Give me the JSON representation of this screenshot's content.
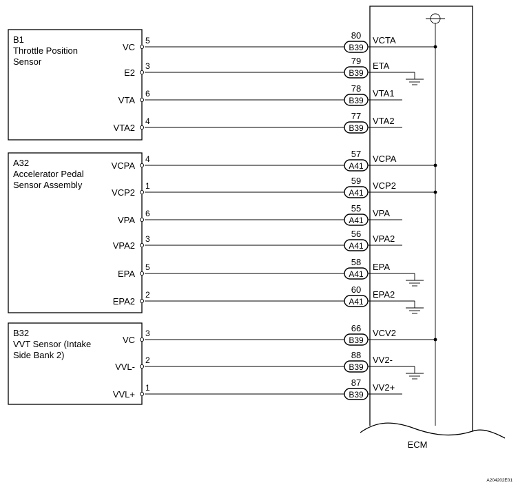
{
  "components": [
    {
      "id": "B1",
      "name_lines": [
        "Throttle Position",
        "Sensor"
      ],
      "pins": [
        {
          "terminal": "VC",
          "pin": "5",
          "ecm_pin": "80",
          "connector": "B39",
          "ecm_terminal": "VCTA"
        },
        {
          "terminal": "E2",
          "pin": "3",
          "ecm_pin": "79",
          "connector": "B39",
          "ecm_terminal": "ETA"
        },
        {
          "terminal": "VTA",
          "pin": "6",
          "ecm_pin": "78",
          "connector": "B39",
          "ecm_terminal": "VTA1"
        },
        {
          "terminal": "VTA2",
          "pin": "4",
          "ecm_pin": "77",
          "connector": "B39",
          "ecm_terminal": "VTA2"
        }
      ]
    },
    {
      "id": "A32",
      "name_lines": [
        "Accelerator Pedal",
        "Sensor Assembly"
      ],
      "pins": [
        {
          "terminal": "VCPA",
          "pin": "4",
          "ecm_pin": "57",
          "connector": "A41",
          "ecm_terminal": "VCPA"
        },
        {
          "terminal": "VCP2",
          "pin": "1",
          "ecm_pin": "59",
          "connector": "A41",
          "ecm_terminal": "VCP2"
        },
        {
          "terminal": "VPA",
          "pin": "6",
          "ecm_pin": "55",
          "connector": "A41",
          "ecm_terminal": "VPA"
        },
        {
          "terminal": "VPA2",
          "pin": "3",
          "ecm_pin": "56",
          "connector": "A41",
          "ecm_terminal": "VPA2"
        },
        {
          "terminal": "EPA",
          "pin": "5",
          "ecm_pin": "58",
          "connector": "A41",
          "ecm_terminal": "EPA"
        },
        {
          "terminal": "EPA2",
          "pin": "2",
          "ecm_pin": "60",
          "connector": "A41",
          "ecm_terminal": "EPA2"
        }
      ]
    },
    {
      "id": "B32",
      "name_lines": [
        "VVT Sensor (Intake",
        "Side Bank 2)"
      ],
      "pins": [
        {
          "terminal": "VC",
          "pin": "3",
          "ecm_pin": "66",
          "connector": "B39",
          "ecm_terminal": "VCV2"
        },
        {
          "terminal": "VVL-",
          "pin": "2",
          "ecm_pin": "88",
          "connector": "B39",
          "ecm_terminal": "VV2-"
        },
        {
          "terminal": "VVL+",
          "pin": "1",
          "ecm_pin": "87",
          "connector": "B39",
          "ecm_terminal": "VV2+"
        }
      ]
    }
  ],
  "ecm_label": "ECM",
  "figure_code": "A204202E01"
}
